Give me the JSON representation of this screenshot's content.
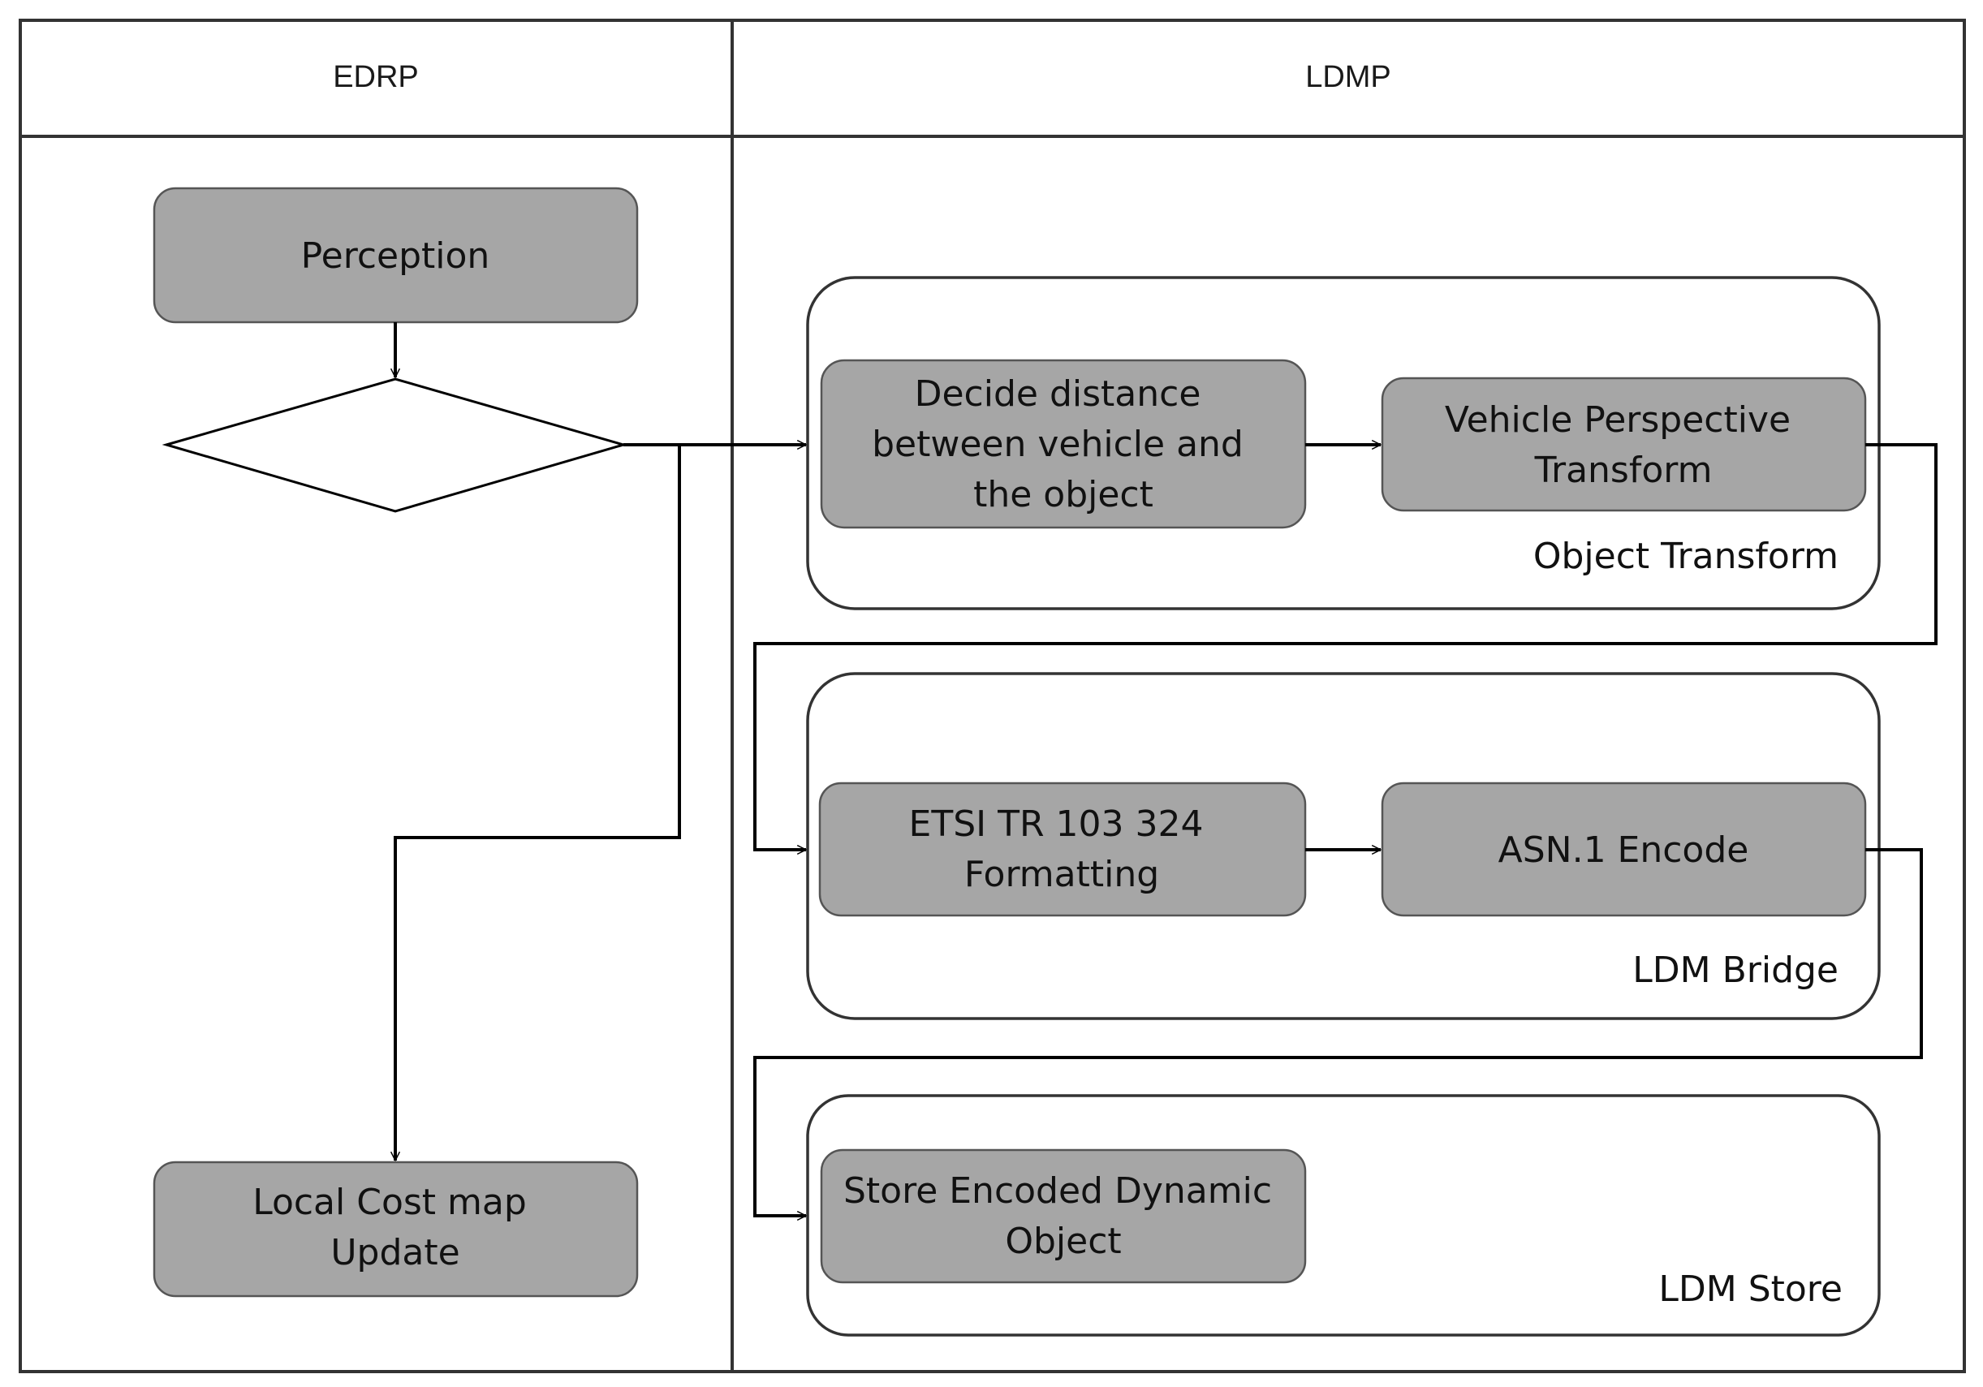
{
  "lanes": {
    "left_title": "EDRP",
    "right_title": "LDMP"
  },
  "groups": {
    "object_transform": "Object Transform",
    "ldm_bridge": "LDM Bridge",
    "ldm_store": "LDM Store"
  },
  "processes": {
    "perception": [
      "Perception"
    ],
    "local_cost_map": [
      "Local Cost map",
      "Update"
    ],
    "decide_distance": [
      "Decide distance",
      "between vehicle and",
      "the object"
    ],
    "vehicle_perspective": [
      "Vehicle Perspective",
      "Transform"
    ],
    "etsi_formatting": [
      "ETSI TR 103 324",
      "Formatting"
    ],
    "asn1_encode": [
      "ASN.1 Encode"
    ],
    "store_encoded": [
      "Store Encoded Dynamic",
      "Object"
    ]
  },
  "colors": {
    "process_fill": "#a6a6a6",
    "process_stroke": "#555555",
    "line": "#000000",
    "background": "#ffffff"
  }
}
